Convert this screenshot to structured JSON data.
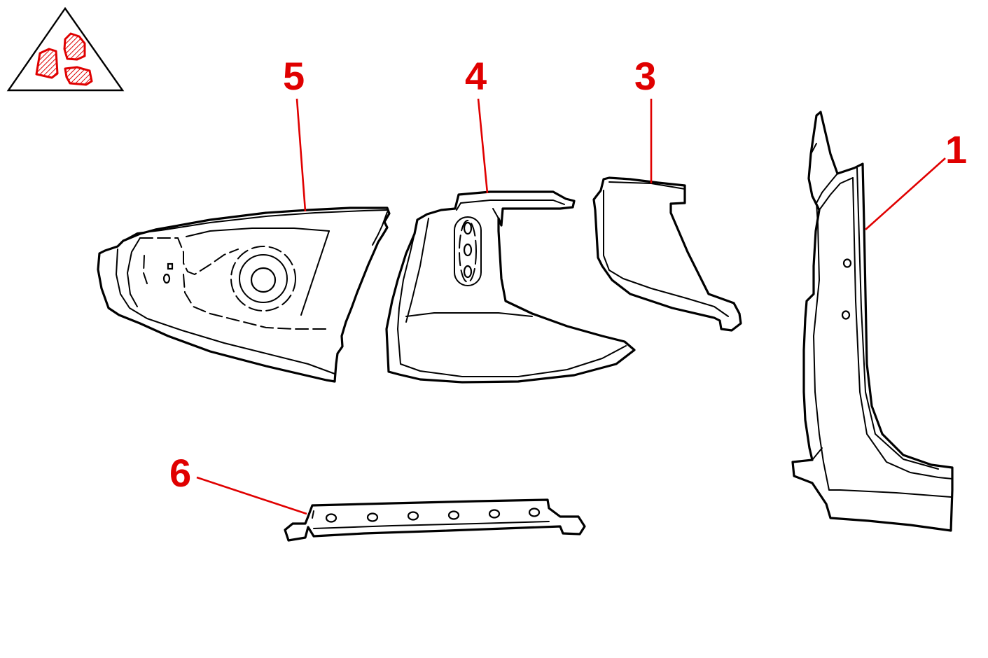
{
  "diagram": {
    "accent_color": "#e00000",
    "line_color": "#000000",
    "callouts": [
      {
        "id": "1",
        "label": "1"
      },
      {
        "id": "3",
        "label": "3"
      },
      {
        "id": "4",
        "label": "4"
      },
      {
        "id": "5",
        "label": "5"
      },
      {
        "id": "6",
        "label": "6"
      }
    ],
    "logo_icon": "triangle-parts-icon"
  }
}
